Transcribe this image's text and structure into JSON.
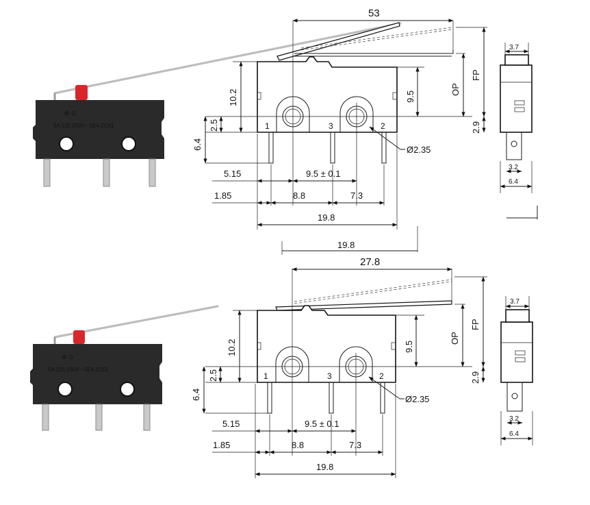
{
  "colors": {
    "switch_body": "#2b2b2b",
    "actuator_button": "#d9262b",
    "lever": "#c8c8c8",
    "terminal": "#c9c9c9",
    "line": "#111111"
  },
  "drawing_top": {
    "lever_length": "53",
    "height_to_hinge": "10.2",
    "terminal_offset": "2.5",
    "mount_to_pin": "6.4",
    "hole_height": "9.5",
    "hole_diameter": "Ø2.35",
    "left_edge": "5.15",
    "pin_pitch": "9.5 ± 0.1",
    "pin_margin": "1.85",
    "hole_spacing": "8.8",
    "pin3_to_pin2": "7.3",
    "body_length": "19.8",
    "op_label": "OP",
    "fp_label": "FP",
    "pin_depth": "2.9",
    "terminal_1": "1",
    "terminal_3": "3",
    "terminal_2": "2",
    "side_top": "3.7",
    "side_pin": "3.2",
    "side_width": "6.4",
    "cut_label": "19.8"
  },
  "drawing_bottom": {
    "lever_length": "27.8",
    "height_to_hinge": "10.2",
    "terminal_offset": "2.5",
    "mount_to_pin": "6.4",
    "hole_height": "9.5",
    "hole_diameter": "Ø2.35",
    "left_edge": "5.15",
    "pin_pitch": "9.5 ± 0.1",
    "pin_margin": "1.85",
    "hole_spacing": "8.8",
    "pin3_to_pin2": "7.3",
    "body_length": "19.8",
    "op_label": "OP",
    "fp_label": "FP",
    "pin_depth": "2.9",
    "terminal_1": "1",
    "terminal_3": "3",
    "terminal_2": "2",
    "side_top": "3.7",
    "side_pin": "3.2",
    "side_width": "6.4"
  }
}
